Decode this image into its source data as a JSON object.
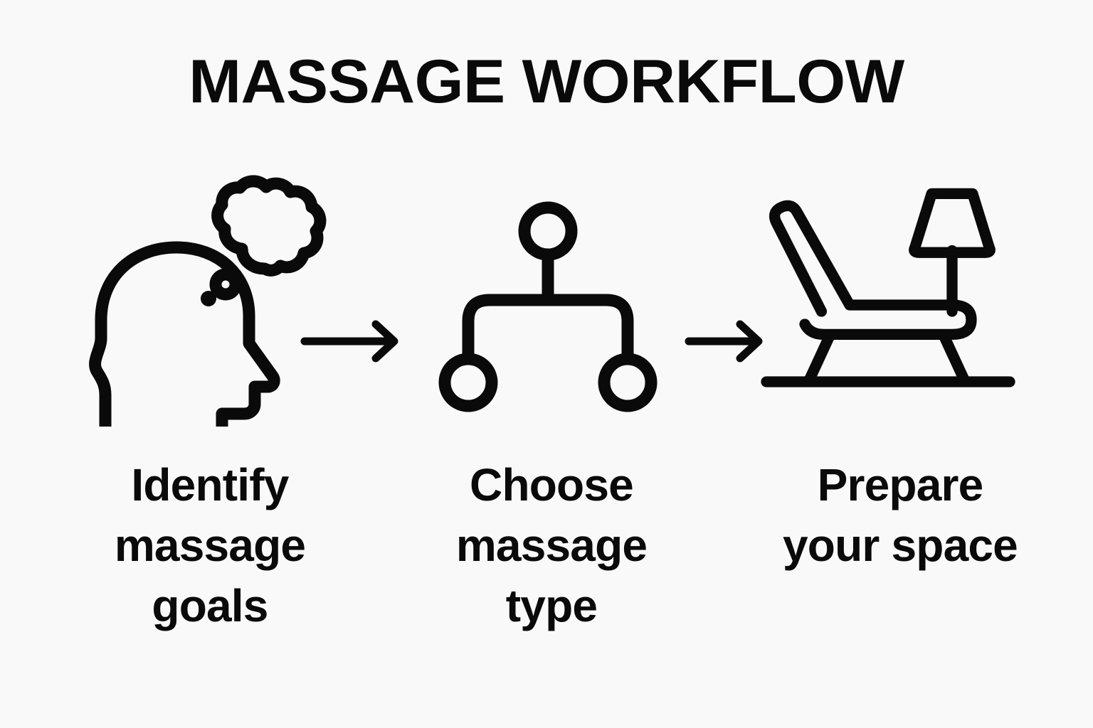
{
  "title": "MASSAGE WORKFLOW",
  "background_color": "#f9f9f9",
  "ink_color": "#0a0a0a",
  "steps": [
    {
      "index": "1",
      "icon": "head-thought-bubble-icon",
      "caption_lines": [
        "Identify",
        "massage",
        "goals"
      ],
      "caption_full": "Identify massage goals"
    },
    {
      "index": "2",
      "icon": "hierarchy-tree-icon",
      "caption_lines": [
        "Choose",
        "massage",
        "type"
      ],
      "caption_full": "Choose massage type"
    },
    {
      "index": "3",
      "icon": "massage-table-lamp-icon",
      "caption_lines": [
        "Prepare",
        "your space",
        ""
      ],
      "caption_full": "Prepare your space"
    }
  ],
  "connectors": [
    {
      "name": "arrow-right-1",
      "from": "1",
      "to": "2"
    },
    {
      "name": "arrow-right-2",
      "from": "2",
      "to": "3"
    }
  ]
}
